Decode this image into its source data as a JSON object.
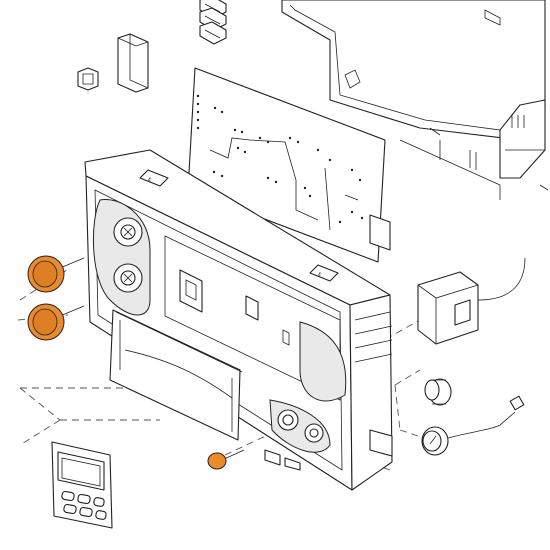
{
  "diagram": {
    "parts": [
      {
        "id": "cable-clips",
        "icon": "spring-clip-icon"
      },
      {
        "id": "connector-block",
        "icon": "connector-icon"
      },
      {
        "id": "small-clip",
        "icon": "clip-icon"
      },
      {
        "id": "electronic-board",
        "icon": "circuit-board-icon"
      },
      {
        "id": "rear-housing",
        "icon": "housing-icon"
      },
      {
        "id": "control-panel",
        "icon": "panel-icon"
      },
      {
        "id": "knob-upper",
        "color": "#ec8a2c"
      },
      {
        "id": "knob-lower",
        "color": "#ec8a2c"
      },
      {
        "id": "knob-small",
        "color": "#ec8a2c"
      },
      {
        "id": "door-cover",
        "icon": "door-icon"
      },
      {
        "id": "remote-control",
        "icon": "remote-icon"
      },
      {
        "id": "bracket",
        "icon": "bracket-icon"
      },
      {
        "id": "plug",
        "icon": "plug-icon"
      },
      {
        "id": "pressure-gauge",
        "icon": "gauge-icon"
      }
    ],
    "highlight_color": "#ec8a2c"
  }
}
